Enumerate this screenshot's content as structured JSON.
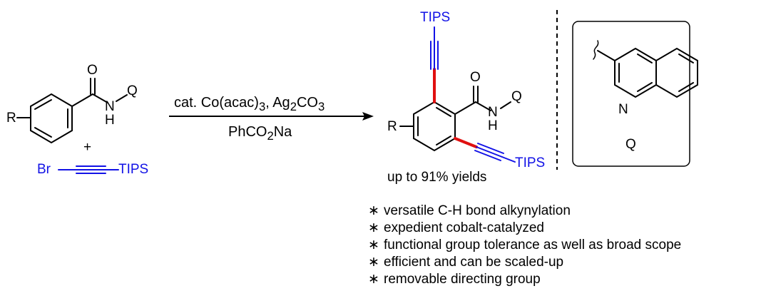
{
  "reactant_amide": {
    "r_label": "R",
    "o_label": "O",
    "n_label": "N",
    "h_label": "H",
    "q_label": "Q"
  },
  "plus": "+",
  "alkyne_reagent": {
    "br_label": "Br",
    "tips_label": "TIPS"
  },
  "conditions": {
    "catalyst": {
      "prefix": "cat. Co(acac)",
      "sub1": "3",
      "mid": ", Ag",
      "sub2": "2",
      "mid2": "CO",
      "sub3": "3"
    },
    "additive": {
      "prefix": "PhCO",
      "sub": "2",
      "suffix": "Na"
    }
  },
  "product": {
    "r_label": "R",
    "o_label": "O",
    "n_label": "N",
    "h_label": "H",
    "q_label": "Q",
    "tips_top": "TIPS",
    "tips_bottom": "TIPS",
    "yield_text": "up to 91% yields"
  },
  "q_box": {
    "n_label": "N",
    "q_label": "Q"
  },
  "features": [
    "versatile C-H bond alkynylation",
    "expedient cobalt-catalyzed",
    "functional group tolerance as well as broad scope",
    "efficient and can be scaled-up",
    "removable directing group"
  ],
  "bullet_symbol": "∗",
  "colors": {
    "alkyne_blue": "#1212e6",
    "new_bond_red": "#e01010",
    "ink": "#000000"
  }
}
